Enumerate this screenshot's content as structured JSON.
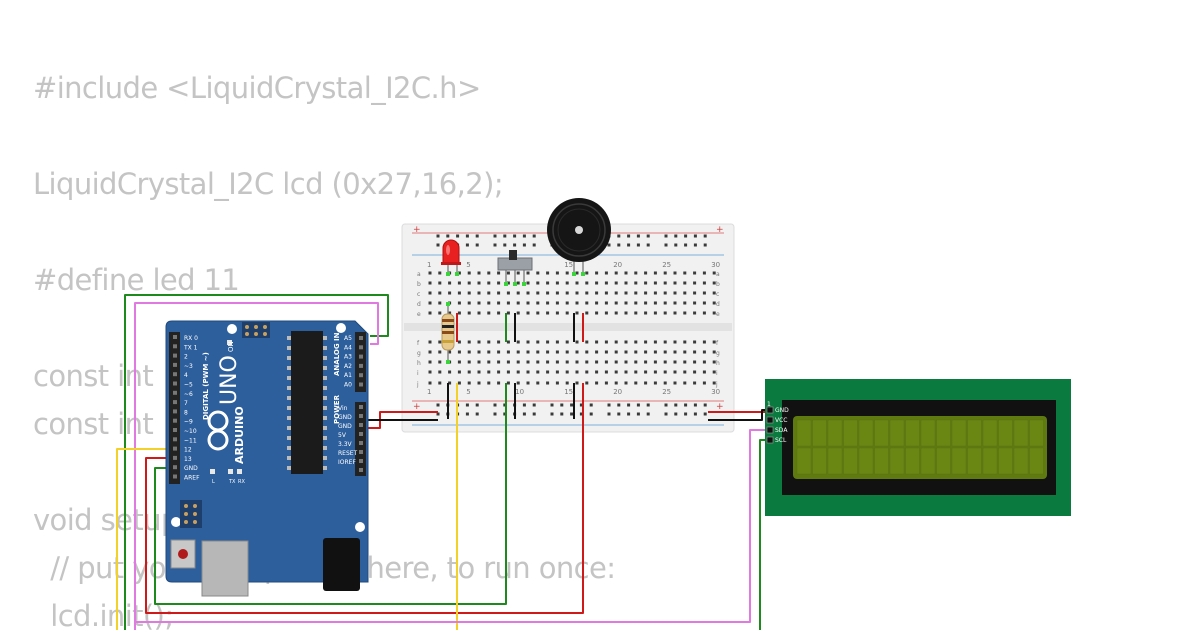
{
  "code": {
    "lines": [
      "#include <LiquidCrystal_I2C.h>",
      "LiquidCrystal_I2C lcd (0x27,16,2);",
      "#define led 11",
      "const int",
      "const int",
      "void setup",
      "  // put your setup code here, to run once:",
      "  lcd.init();"
    ]
  },
  "colors": {
    "breadboard": "#f1f1f1",
    "arduino_blue": "#2d5f9d",
    "lcd_pcb": "#0b7a3e",
    "lcd_screen": "#5f7a0f",
    "wire_green": "#1e8a1e",
    "wire_red": "#d01a1a",
    "wire_yellow": "#f3d02a",
    "wire_pink": "#e07ae0",
    "wire_black": "#111111"
  },
  "breadboard": {
    "column_numbers": [
      "1",
      "5",
      "10",
      "15",
      "20",
      "25",
      "30"
    ],
    "row_letters_top": [
      "a",
      "b",
      "c",
      "d",
      "e"
    ],
    "row_letters_bottom": [
      "f",
      "g",
      "h",
      "i",
      "j"
    ],
    "plus_sign": "+",
    "minus_sign": "-"
  },
  "arduino": {
    "brand": "ARDUINO",
    "model": "UNO",
    "on_label": "ON",
    "digital_label": "DIGITAL (PWM ~)",
    "analog_label": "ANALOG IN",
    "power_label": "POWER",
    "digital_pins": [
      "RX 0",
      "TX 1",
      "2",
      "~3",
      "4",
      "~5",
      "~6",
      "7",
      "8",
      "~9",
      "~10",
      "~11",
      "12",
      "13",
      "GND",
      "AREF"
    ],
    "analog_pins": [
      "A5",
      "A4",
      "A3",
      "A2",
      "A1",
      "A0"
    ],
    "power_pins": [
      "Vin",
      "GND",
      "GND",
      "5V",
      "3.3V",
      "RESET",
      "IOREF"
    ],
    "led_labels": [
      "L",
      "TX",
      "RX"
    ]
  },
  "lcd": {
    "pins": [
      "GND",
      "VCC",
      "SDA",
      "SCL"
    ],
    "pin_one_marker": "1"
  }
}
